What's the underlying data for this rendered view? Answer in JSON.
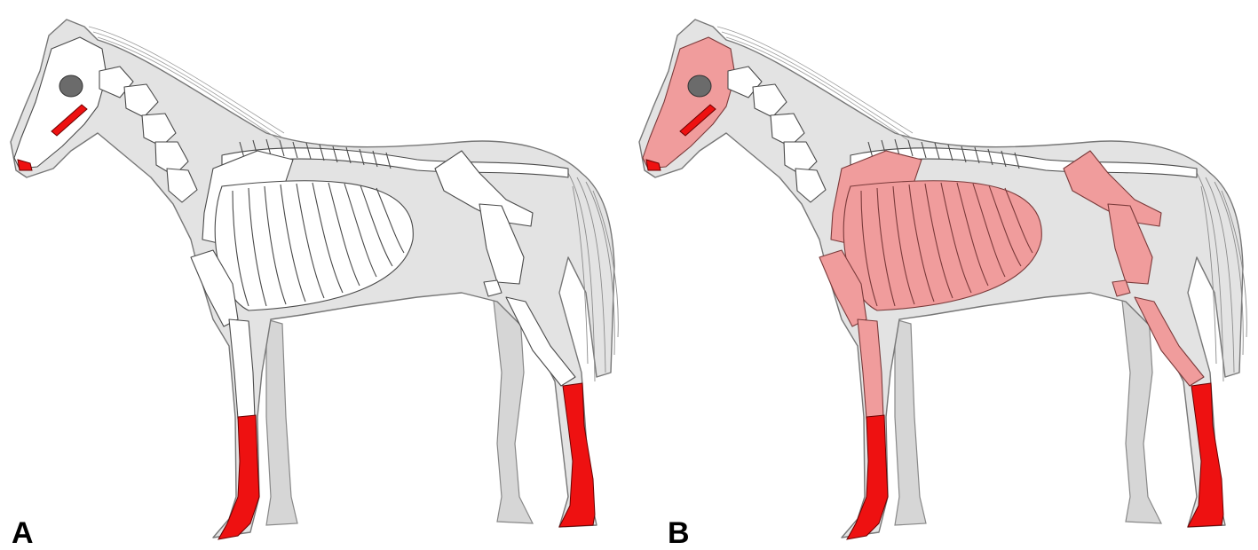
{
  "figure": {
    "panels": [
      {
        "id": "A",
        "label": "A",
        "highlight": "red"
      },
      {
        "id": "B",
        "label": "B",
        "highlight": "red-and-pink"
      }
    ]
  },
  "colors": {
    "background": "#ffffff",
    "silhouette": "#e3e3e3",
    "bone": "#ffffff",
    "highlight_primary": "#ee1111",
    "highlight_secondary": "#f09c9c",
    "eye": "#6b6b6b"
  }
}
